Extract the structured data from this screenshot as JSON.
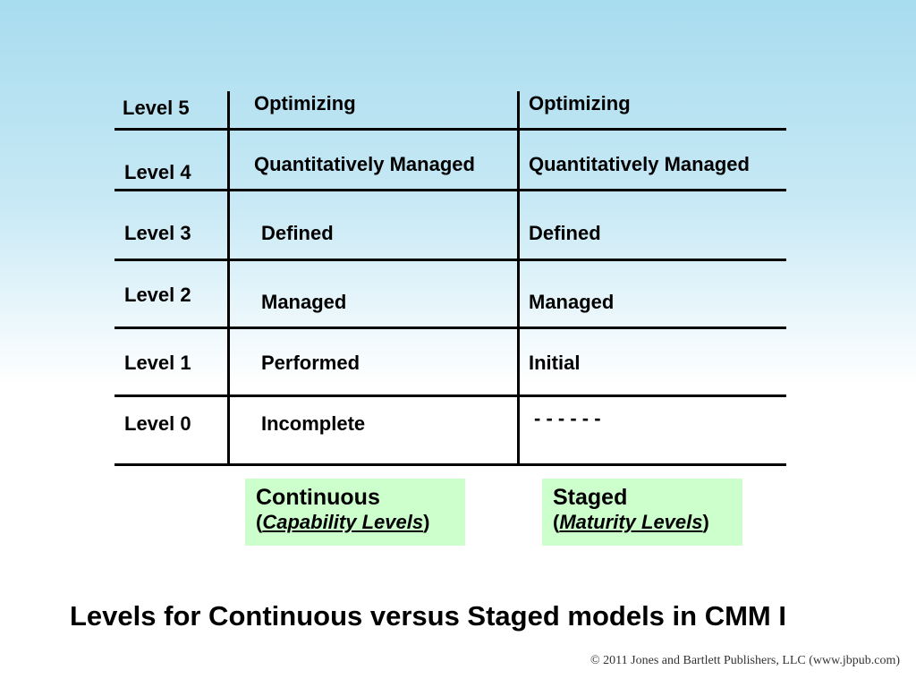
{
  "table": {
    "rows": [
      {
        "level": "Level 5",
        "continuous": "Optimizing",
        "staged": "Optimizing"
      },
      {
        "level": "Level 4",
        "continuous": "Quantitatively Managed",
        "staged": "Quantitatively Managed"
      },
      {
        "level": "Level 3",
        "continuous": "Defined",
        "staged": "Defined"
      },
      {
        "level": "Level 2",
        "continuous": "Managed",
        "staged": "Managed"
      },
      {
        "level": "Level 1",
        "continuous": "Performed",
        "staged": "Initial"
      },
      {
        "level": "Level 0",
        "continuous": "Incomplete",
        "staged": "- - - - - -"
      }
    ]
  },
  "legend": {
    "continuous": {
      "title": "Continuous",
      "open": "(",
      "label": "Capability Levels",
      "close": ")"
    },
    "staged": {
      "title": "Staged",
      "open": "(",
      "label": "Maturity Levels",
      "close": ")"
    },
    "color": "#ccffcc"
  },
  "caption": "Levels for Continuous versus Staged models in CMM I",
  "copyright": "© 2011 Jones and Bartlett Publishers, LLC (www.jbpub.com)"
}
